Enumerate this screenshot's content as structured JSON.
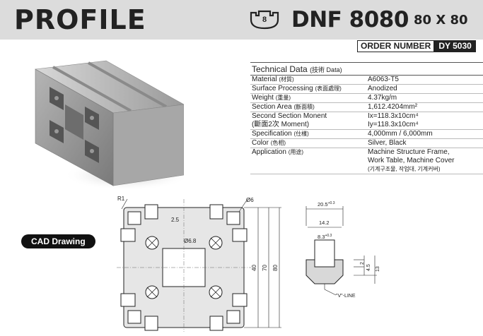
{
  "header": {
    "title": "PROFILE",
    "model": "DNF 8080",
    "dims": "80 X 80",
    "slot_badge_number": "8"
  },
  "order": {
    "label": "ORDER NUMBER",
    "value": "DY 5030"
  },
  "tech": {
    "heading": "Technical Data",
    "heading_sub": "(技術 Data)",
    "rows": [
      {
        "k": "Material",
        "k_sub": "(材質)",
        "v": "A6063-T5"
      },
      {
        "k": "Surface Processing",
        "k_sub": "(表面處理)",
        "v": "Anodized"
      },
      {
        "k": "Weight",
        "k_sub": "(重量)",
        "v": "4.37kg/m"
      },
      {
        "k": "Section Area",
        "k_sub": "(斷面積)",
        "v": "1,612.4204mm²"
      },
      {
        "k": "Second Section Monent",
        "k_sub": "",
        "v": "Ix=118.3x10cm⁴"
      },
      {
        "k": "(斷面2次 Moment)",
        "k_sub": "",
        "v": "Iy=118.3x10cm⁴"
      },
      {
        "k": "Specification",
        "k_sub": "(仕樣)",
        "v": "4,000mm / 6,000mm"
      },
      {
        "k": "Color",
        "k_sub": "(色相)",
        "v": "Silver, Black"
      },
      {
        "k": "Application",
        "k_sub": "(用途)",
        "v": "Machine Structure Frame,",
        "v2": "Work Table, Machine Cover",
        "v3": "(기계구조물, 작업대, 기계커버)"
      }
    ]
  },
  "cad_label": "CAD Drawing",
  "drawing": {
    "r1": "R1",
    "d6": "Ø6",
    "d68": "Ø6.8",
    "d25": "2.5",
    "d40": "40",
    "d70": "70",
    "d80": "80"
  },
  "slot": {
    "top": "20.5",
    "top_tol": "+0.3",
    "w142": "14.2",
    "w83": "8.3",
    "w83_tol": "+0.3",
    "h2": "2",
    "h45": "4.5",
    "h13": "13",
    "vline": "\"V\"-LINE"
  }
}
